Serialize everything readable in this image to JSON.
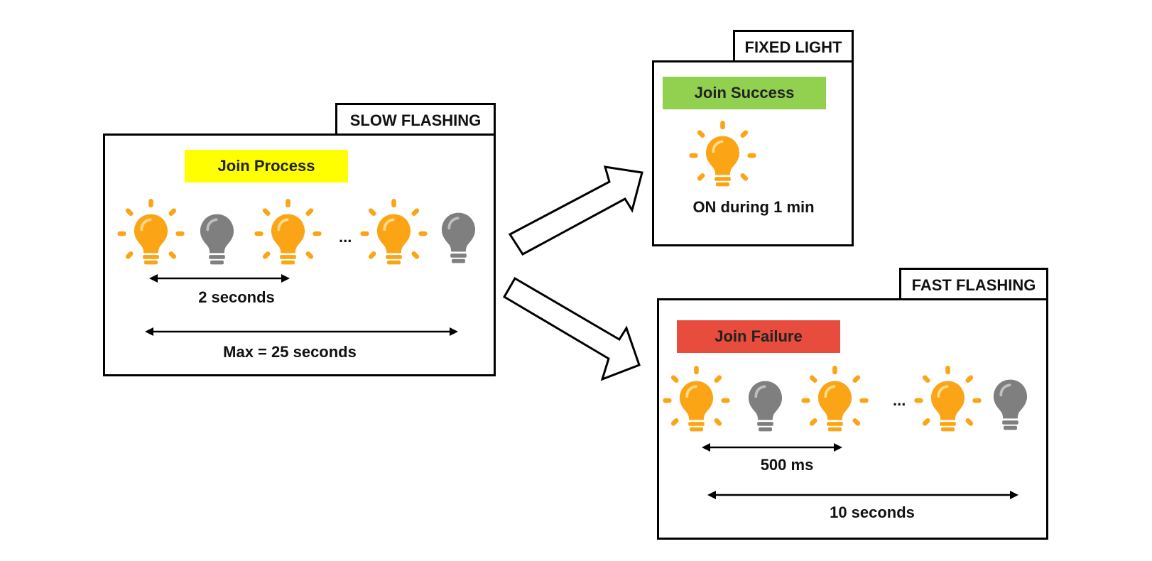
{
  "slow": {
    "tab": "SLOW FLASHING",
    "banner": "Join Process",
    "ellipsis": "...",
    "interval_label": "2 seconds",
    "max_label": "Max = 25 seconds"
  },
  "fixed": {
    "tab": "FIXED LIGHT",
    "banner": "Join Success",
    "duration_label": "ON during 1 min"
  },
  "fast": {
    "tab": "FAST FLASHING",
    "banner": "Join Failure",
    "ellipsis": "...",
    "interval_label": "500 ms",
    "total_label": "10 seconds"
  },
  "colors": {
    "bulb_on": "#FBA516",
    "bulb_off": "#7F7F7F",
    "process": "#FFFF00",
    "success": "#92D050",
    "failure": "#E74C3C"
  },
  "icons": {
    "on": "lightbulb-on-icon",
    "off": "lightbulb-off-icon"
  }
}
